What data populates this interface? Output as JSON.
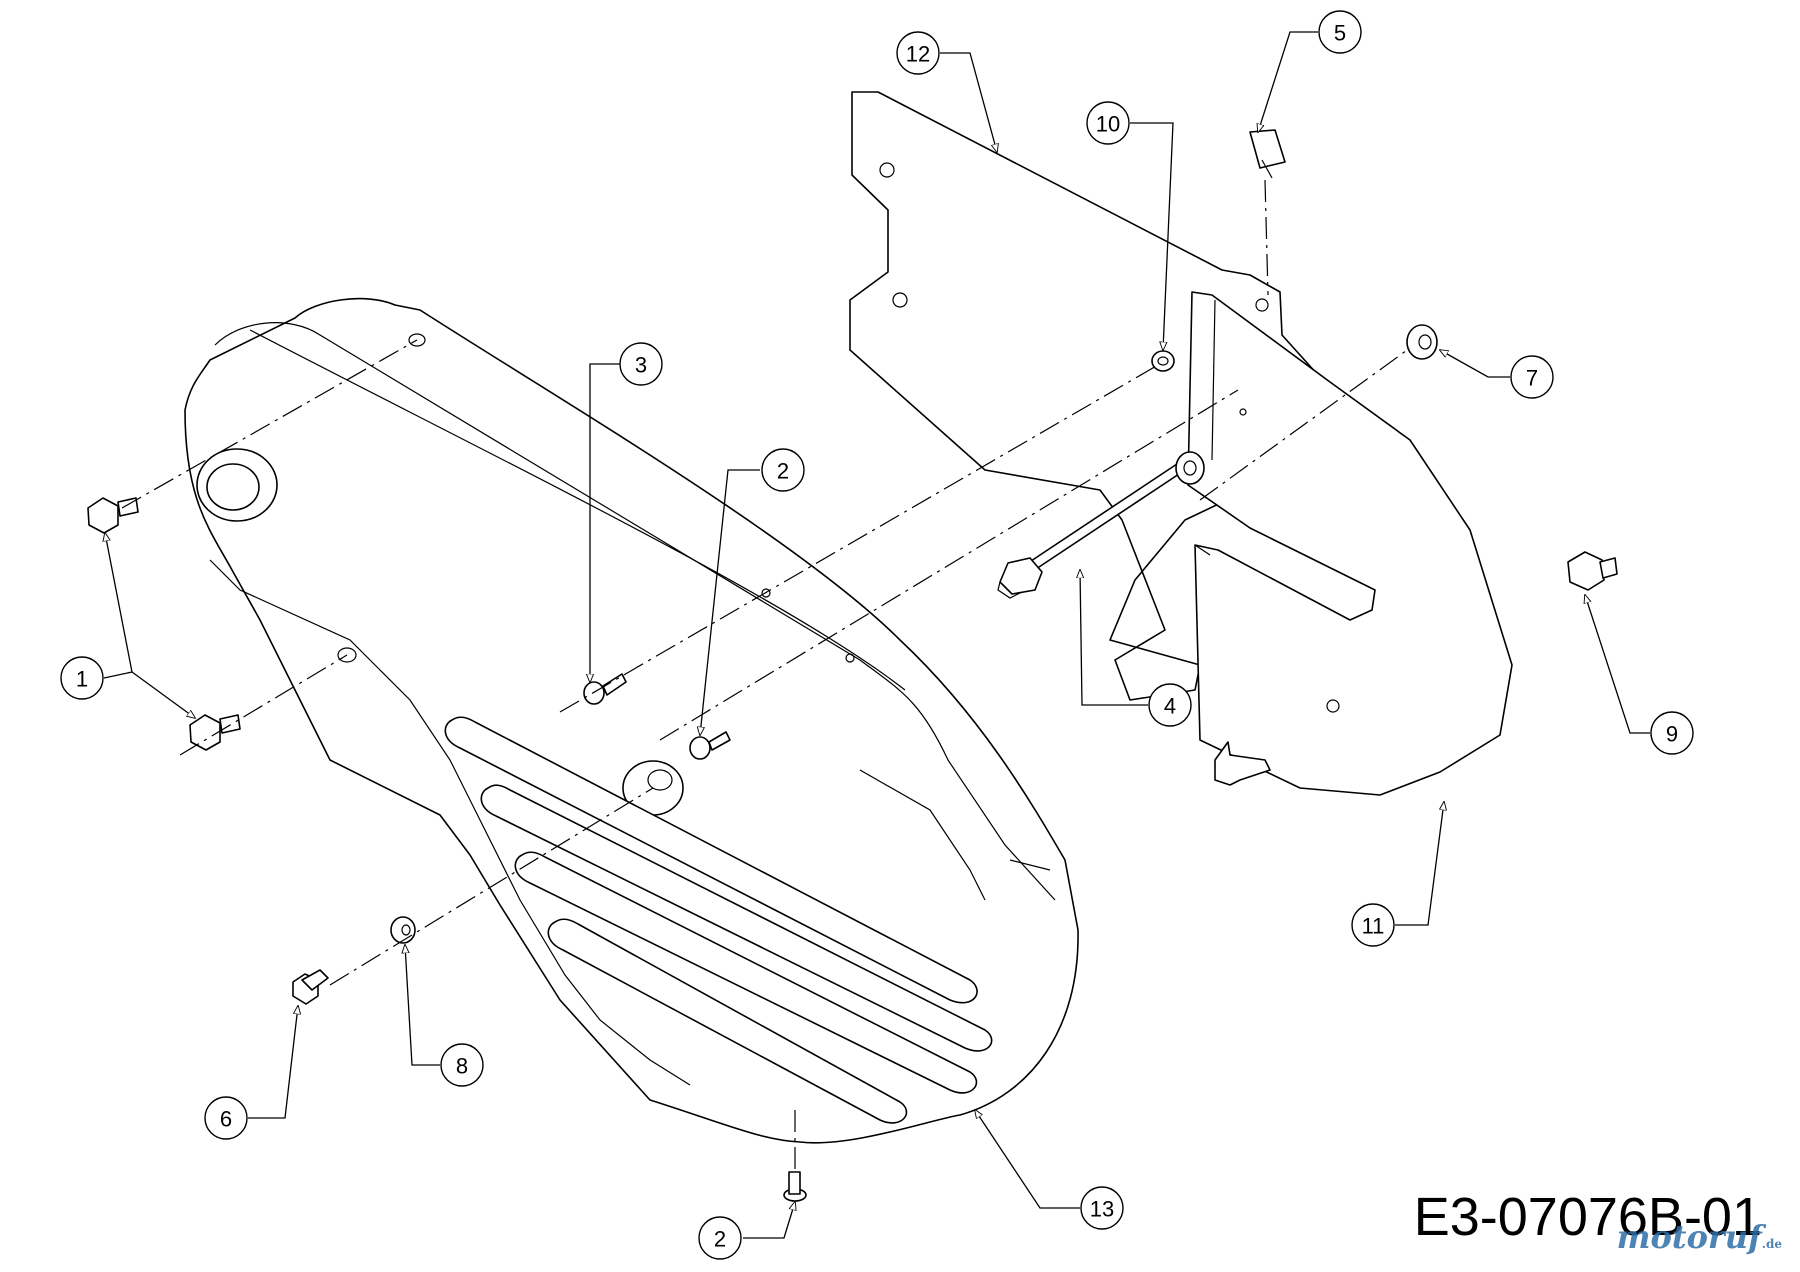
{
  "drawing_code": "E3-07076B-01",
  "watermark": "motoruf",
  "watermark_tld": ".de",
  "callouts": [
    {
      "id": "c1",
      "label": "1"
    },
    {
      "id": "c2a",
      "label": "2"
    },
    {
      "id": "c2b",
      "label": "2"
    },
    {
      "id": "c3",
      "label": "3"
    },
    {
      "id": "c4",
      "label": "4"
    },
    {
      "id": "c5",
      "label": "5"
    },
    {
      "id": "c6",
      "label": "6"
    },
    {
      "id": "c7",
      "label": "7"
    },
    {
      "id": "c8",
      "label": "8"
    },
    {
      "id": "c9",
      "label": "9"
    },
    {
      "id": "c10",
      "label": "10"
    },
    {
      "id": "c11",
      "label": "11"
    },
    {
      "id": "c12",
      "label": "12"
    },
    {
      "id": "c13",
      "label": "13"
    }
  ],
  "colors": {
    "line": "#000000",
    "background": "#ffffff",
    "watermark": "#2f6fa8"
  }
}
